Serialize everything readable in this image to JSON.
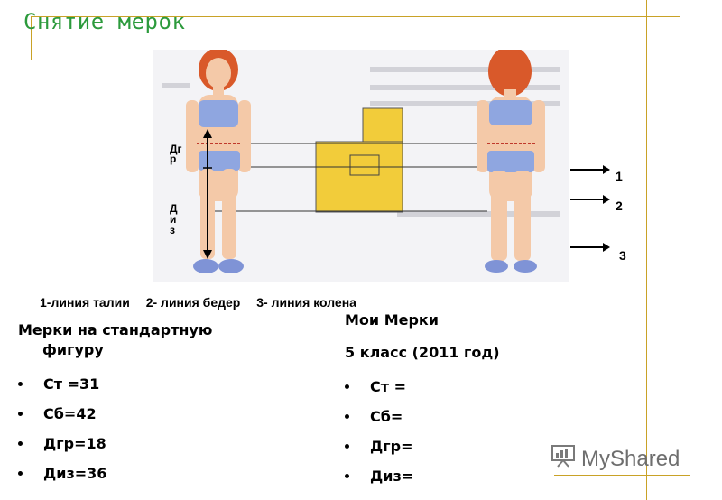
{
  "slide": {
    "title": "Снятие мерок"
  },
  "figure": {
    "left_labels": [
      "Дг р",
      "Д и з"
    ],
    "right_line_numbers": [
      "1",
      "2",
      "3"
    ],
    "legend": [
      "1-линия талии",
      "2- линия бедер",
      "3- линия колена"
    ]
  },
  "standard": {
    "heading_line1": "Мерки на стандартную",
    "heading_line2": "фигуру",
    "items": [
      "Ст =31",
      "Сб=42",
      "Дгр=18",
      "Диз=36"
    ]
  },
  "mine": {
    "heading": "Мои Мерки",
    "subheading": "5 класс (2011 год)",
    "items": [
      "Ст =",
      "Сб=",
      "Дгр=",
      "Диз="
    ]
  },
  "watermark": {
    "text": "MyShared"
  },
  "colors": {
    "title": "#2c9a3c",
    "accent_line": "#c9a227",
    "paper_yellow": "#f2cc3a",
    "top_blue": "#8fa6e0",
    "skin": "#f4c9a8",
    "hair": "#d9592a"
  }
}
